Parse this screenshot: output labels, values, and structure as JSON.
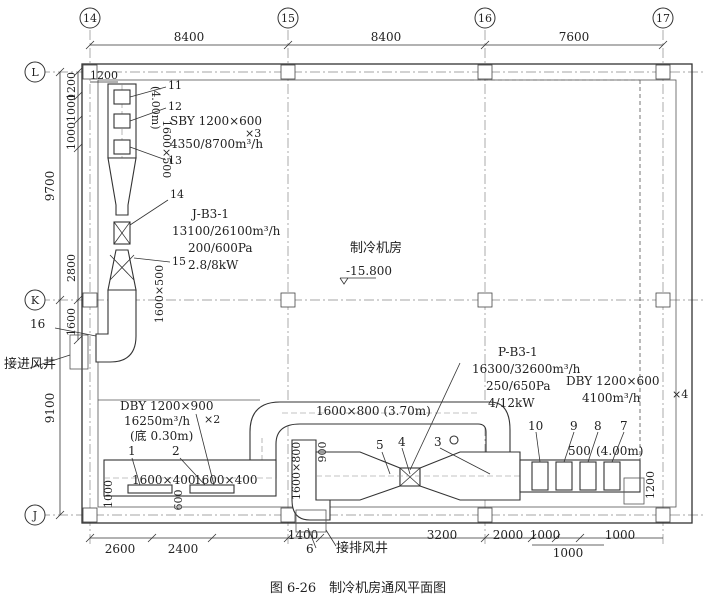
{
  "caption": "图 6-26　制冷机房通风平面图",
  "grid": {
    "columns": [
      "14",
      "15",
      "16",
      "17"
    ],
    "rows": [
      "L",
      "K",
      "J"
    ]
  },
  "dimensions": {
    "top": [
      "8400",
      "8400",
      "7600"
    ],
    "left_outer": [
      "9700",
      "9100"
    ],
    "left_inner": [
      "1200",
      "1000",
      "1000",
      "2800",
      "1600"
    ],
    "top_small": "1200",
    "bottom": [
      "2600",
      "2400",
      "1400",
      "3200",
      "2000",
      "1000",
      "1000"
    ],
    "bottom_sub": "1000",
    "right": "1200",
    "local": [
      "1000",
      "600",
      "900"
    ]
  },
  "room": {
    "name": "制冷机房",
    "elevation": "-15.800"
  },
  "tags": [
    "1",
    "2",
    "3",
    "4",
    "5",
    "6",
    "7",
    "8",
    "9",
    "10",
    "11",
    "12",
    "13",
    "14",
    "15",
    "16"
  ],
  "labels": {
    "sby_model": "SBY 1200×600",
    "sby_elev": "(4.00m)",
    "sby_qty": "×3",
    "sby_flow": "4350/8700m³/h",
    "duct_v1": "1600×500",
    "duct_v2": "1600×500",
    "jb_name": "J-B3-1",
    "jb_flow": "13100/26100m³/h",
    "jb_pres": "200/600Pa",
    "jb_power": "2.8/8kW",
    "intake": "接进风井",
    "pb_name": "P-B3-1",
    "pb_flow": "16300/32600m³/h",
    "pb_pres": "250/650Pa",
    "pb_power": "4/12kW",
    "dby_r_model": "DBY 1200×600",
    "dby_r_flow": "4100m³/h",
    "dby_r_qty": "×4",
    "dby_r_size": "500",
    "dby_r_elev": "(4.00m)",
    "main_duct": "1600×800 (3.70m)",
    "dby_l_model": "DBY 1200×900",
    "dby_l_flow": "16250m³/h",
    "dby_l_qty": "×2",
    "dby_l_elev": "(底 0.30m)",
    "duct_h1": "1600×400",
    "duct_h2": "1600×400",
    "duct_v3": "1600×800",
    "exhaust": "接排风井"
  }
}
